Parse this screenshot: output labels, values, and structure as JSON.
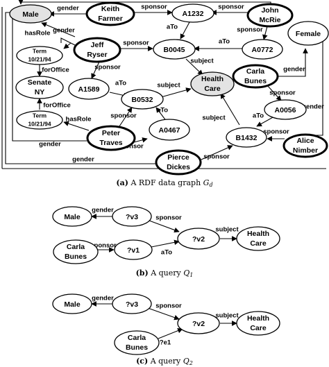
{
  "graph_gd": {
    "nodes": {
      "male": "Male",
      "keith": [
        "Keith",
        "Farmer"
      ],
      "a1232": "A1232",
      "john": [
        "John",
        "McRie"
      ],
      "female": "Female",
      "jeff": [
        "Jeff",
        "Ryser"
      ],
      "b0045": "B0045",
      "a0772": "A0772",
      "term1": [
        "Term",
        "10/21/94"
      ],
      "senate": [
        "Senate",
        "NY"
      ],
      "term2": [
        "Term",
        "10/21/94"
      ],
      "healthcare": [
        "Health",
        "Care"
      ],
      "carla": [
        "Carla",
        "Bunes"
      ],
      "a1589": "A1589",
      "b0532": "B0532",
      "a0056": "A0056",
      "a0467": "A0467",
      "peter": [
        "Peter",
        "Traves"
      ],
      "b1432": "B1432",
      "alice": [
        "Alice",
        "Nimber"
      ],
      "pierce": [
        "Pierce",
        "Dickes"
      ]
    },
    "edges": {
      "gender": "gender",
      "sponsor": "sponsor",
      "ato": "aTo",
      "subject": "subject",
      "hasrole": "hasRole",
      "foroffice": "forOffice"
    }
  },
  "query_q1": {
    "nodes": {
      "male": "Male",
      "v3": "?v3",
      "v2": "?v2",
      "healthcare": [
        "Health",
        "Care"
      ],
      "carla": [
        "Carla",
        "Bunes"
      ],
      "v1": "?v1"
    },
    "edges": {
      "gender": "gender",
      "sponsor": "sponsor",
      "subject": "subject",
      "ato": "aTo"
    }
  },
  "query_q2": {
    "nodes": {
      "male": "Male",
      "v3": "?v3",
      "v2": "?v2",
      "healthcare": [
        "Health",
        "Care"
      ],
      "carla": [
        "Carla",
        "Bunes"
      ]
    },
    "edges": {
      "gender": "gender",
      "sponsor": "sponsor",
      "subject": "subject",
      "e1": "?e1"
    }
  },
  "captions": {
    "a": {
      "letter": "(a)",
      "text": "A RDF data graph",
      "math": "G",
      "sub": "d"
    },
    "b": {
      "letter": "(b)",
      "text": "A query",
      "math": "Q",
      "sub": "1"
    },
    "c": {
      "letter": "(c)",
      "text": "A query",
      "math": "Q",
      "sub": "2"
    }
  }
}
